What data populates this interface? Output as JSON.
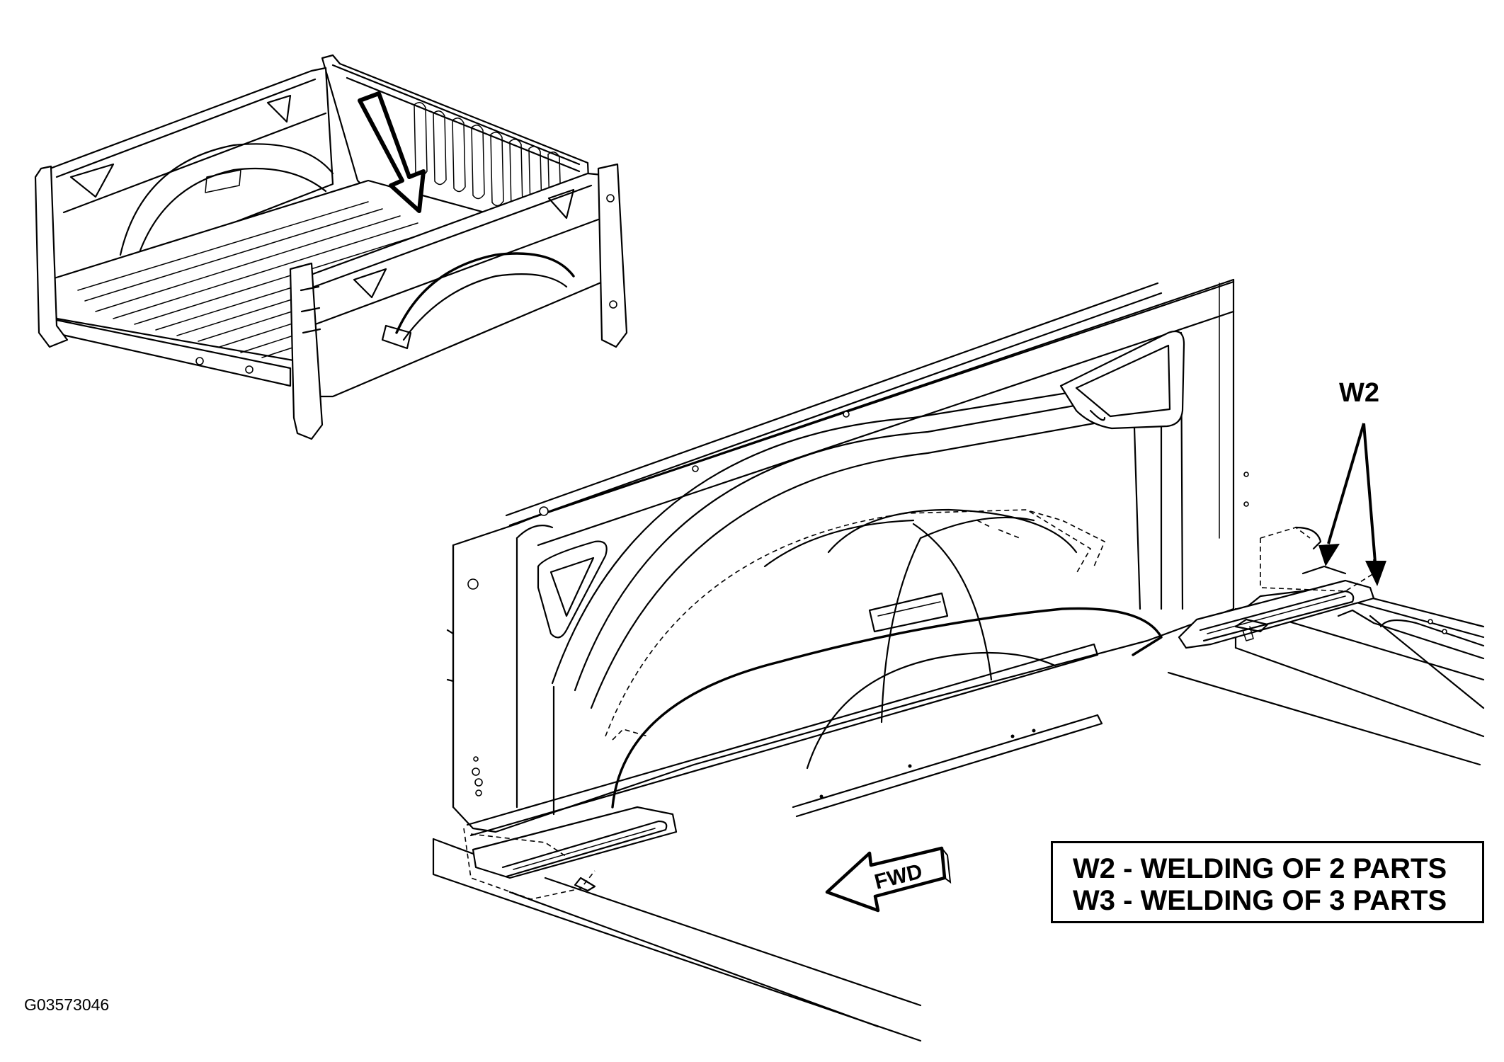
{
  "figure_id": "G03573046",
  "callout_label": "W2",
  "direction_label": "FWD",
  "legend": [
    "W2 - WELDING OF 2 PARTS",
    "W3 - WELDING OF 3 PARTS"
  ],
  "colors": {
    "ink": "#000000",
    "paper": "#ffffff"
  }
}
